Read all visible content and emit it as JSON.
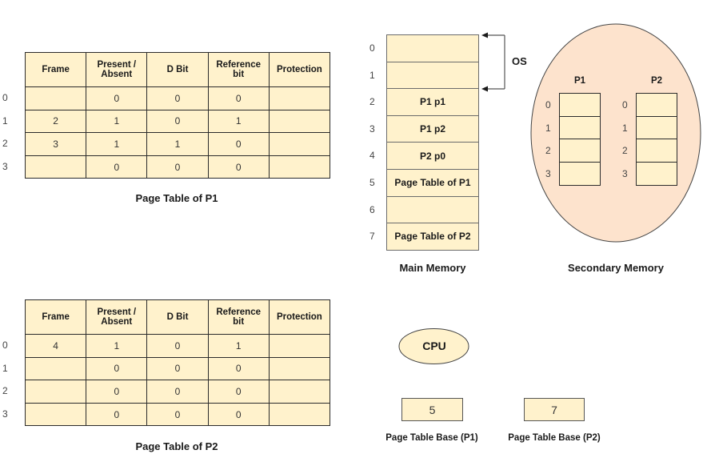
{
  "page_table_p1": {
    "caption": "Page Table of P1",
    "headers": [
      "Frame",
      "Present / Absent",
      "D Bit",
      "Reference bit",
      "Protection"
    ],
    "header_lines": [
      [
        "Frame"
      ],
      [
        "Present /",
        "Absent"
      ],
      [
        "D Bit"
      ],
      [
        "Reference",
        "bit"
      ],
      [
        "Protection"
      ]
    ],
    "row_labels": [
      "0",
      "1",
      "2",
      "3"
    ],
    "rows": [
      [
        "",
        "0",
        "0",
        "0",
        ""
      ],
      [
        "2",
        "1",
        "0",
        "1",
        ""
      ],
      [
        "3",
        "1",
        "1",
        "0",
        ""
      ],
      [
        "",
        "0",
        "0",
        "0",
        ""
      ]
    ]
  },
  "page_table_p2": {
    "caption": "Page Table of P2",
    "headers": [
      "Frame",
      "Present / Absent",
      "D Bit",
      "Reference bit",
      "Protection"
    ],
    "header_lines": [
      [
        "Frame"
      ],
      [
        "Present /",
        "Absent"
      ],
      [
        "D Bit"
      ],
      [
        "Reference",
        "bit"
      ],
      [
        "Protection"
      ]
    ],
    "row_labels": [
      "0",
      "1",
      "2",
      "3"
    ],
    "rows": [
      [
        "4",
        "1",
        "0",
        "1",
        ""
      ],
      [
        "",
        "0",
        "0",
        "0",
        ""
      ],
      [
        "",
        "0",
        "0",
        "0",
        ""
      ],
      [
        "",
        "0",
        "0",
        "0",
        ""
      ]
    ]
  },
  "main_memory": {
    "caption": "Main Memory",
    "os_label": "OS",
    "frames": [
      {
        "index": "0",
        "content": ""
      },
      {
        "index": "1",
        "content": ""
      },
      {
        "index": "2",
        "content": "P1 p1"
      },
      {
        "index": "3",
        "content": "P1 p2"
      },
      {
        "index": "4",
        "content": "P2 p0"
      },
      {
        "index": "5",
        "content": "Page Table of P1"
      },
      {
        "index": "6",
        "content": ""
      },
      {
        "index": "7",
        "content": "Page Table of P2"
      }
    ]
  },
  "secondary_memory": {
    "caption": "Secondary Memory",
    "processes": [
      {
        "name": "P1",
        "pages": [
          "0",
          "1",
          "2",
          "3"
        ]
      },
      {
        "name": "P2",
        "pages": [
          "0",
          "1",
          "2",
          "3"
        ]
      }
    ]
  },
  "cpu": {
    "label": "CPU",
    "registers": [
      {
        "value": "5",
        "label": "Page Table Base (P1)"
      },
      {
        "value": "7",
        "label": "Page Table Base (P2)"
      }
    ]
  },
  "colors": {
    "cell_fill": "#fff2cc",
    "secondary_fill": "#fde3cd",
    "border": "#2b2b2b"
  }
}
